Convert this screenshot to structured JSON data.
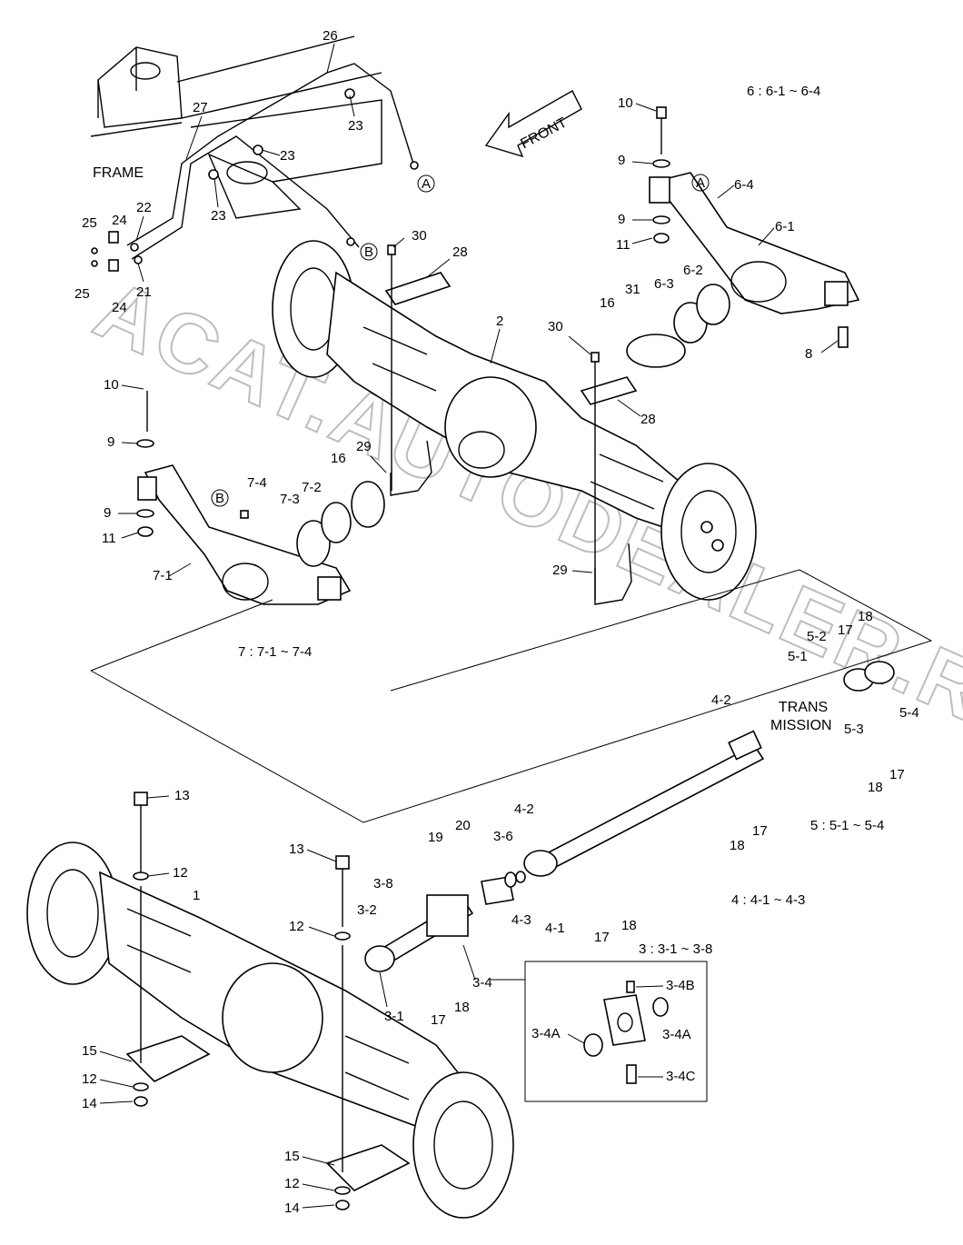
{
  "watermark": "ACAT.AUTODEALER.RU",
  "direction_label": "FRONT",
  "frame_label": "FRAME",
  "transmission_label_1": "TRANS",
  "transmission_label_2": "MISSION",
  "group_legends": {
    "g6": "6    :  6-1   ~   6-4",
    "g7": "7    :  7-1   ~   7-4",
    "g5": "5    :   5-1   ~   5-4",
    "g4": "4    :   4-1   ~   4-3",
    "g3": "3    :   3-1   ~   3-8"
  },
  "callouts": {
    "c26": "26",
    "c27": "27",
    "c23a": "23",
    "c23b": "23",
    "c23c": "23",
    "c22": "22",
    "c21": "21",
    "c24a": "24",
    "c24b": "24",
    "c25a": "25",
    "c25b": "25",
    "cA1": "A",
    "cB1": "B",
    "cA2": "A",
    "cB2": "B",
    "c30a": "30",
    "c28a": "28",
    "c30b": "30",
    "c28b": "28",
    "c2": "2",
    "c10a": "10",
    "c9a": "9",
    "c9b": "9",
    "c11a": "11",
    "c64": "6-4",
    "c61": "6-1",
    "c62": "6-2",
    "c63": "6-3",
    "c31": "31",
    "c16a": "16",
    "c8": "8",
    "c10b": "10",
    "c9c": "9",
    "c9d": "9",
    "c11b": "11",
    "c74": "7-4",
    "c73": "7-3",
    "c72": "7-2",
    "c16b": "16",
    "c29a": "29",
    "c29b": "29",
    "c71": "7-1",
    "c18a": "18",
    "c17a": "17",
    "c52": "5-2",
    "c51": "5-1",
    "c53": "5-3",
    "c54": "5-4",
    "c42a": "4-2",
    "c18b": "18",
    "c17b": "17",
    "c17c": "17",
    "c18c": "18",
    "c13a": "13",
    "c12a": "12",
    "c1": "1",
    "c13b": "13",
    "c12b": "12",
    "c19": "19",
    "c20": "20",
    "c36": "3-6",
    "c42b": "4-2",
    "c38": "3-8",
    "c32": "3-2",
    "c43": "4-3",
    "c41": "4-1",
    "c17d": "17",
    "c18d": "18",
    "c34": "3-4",
    "c31b": "3-1",
    "c17e": "17",
    "c18e": "18",
    "c34b": "3-4B",
    "c34a1": "3-4A",
    "c34a2": "3-4A",
    "c34c": "3-4C",
    "c15a": "15",
    "c12c": "12",
    "c14a": "14",
    "c15b": "15",
    "c12d": "12",
    "c14b": "14"
  }
}
